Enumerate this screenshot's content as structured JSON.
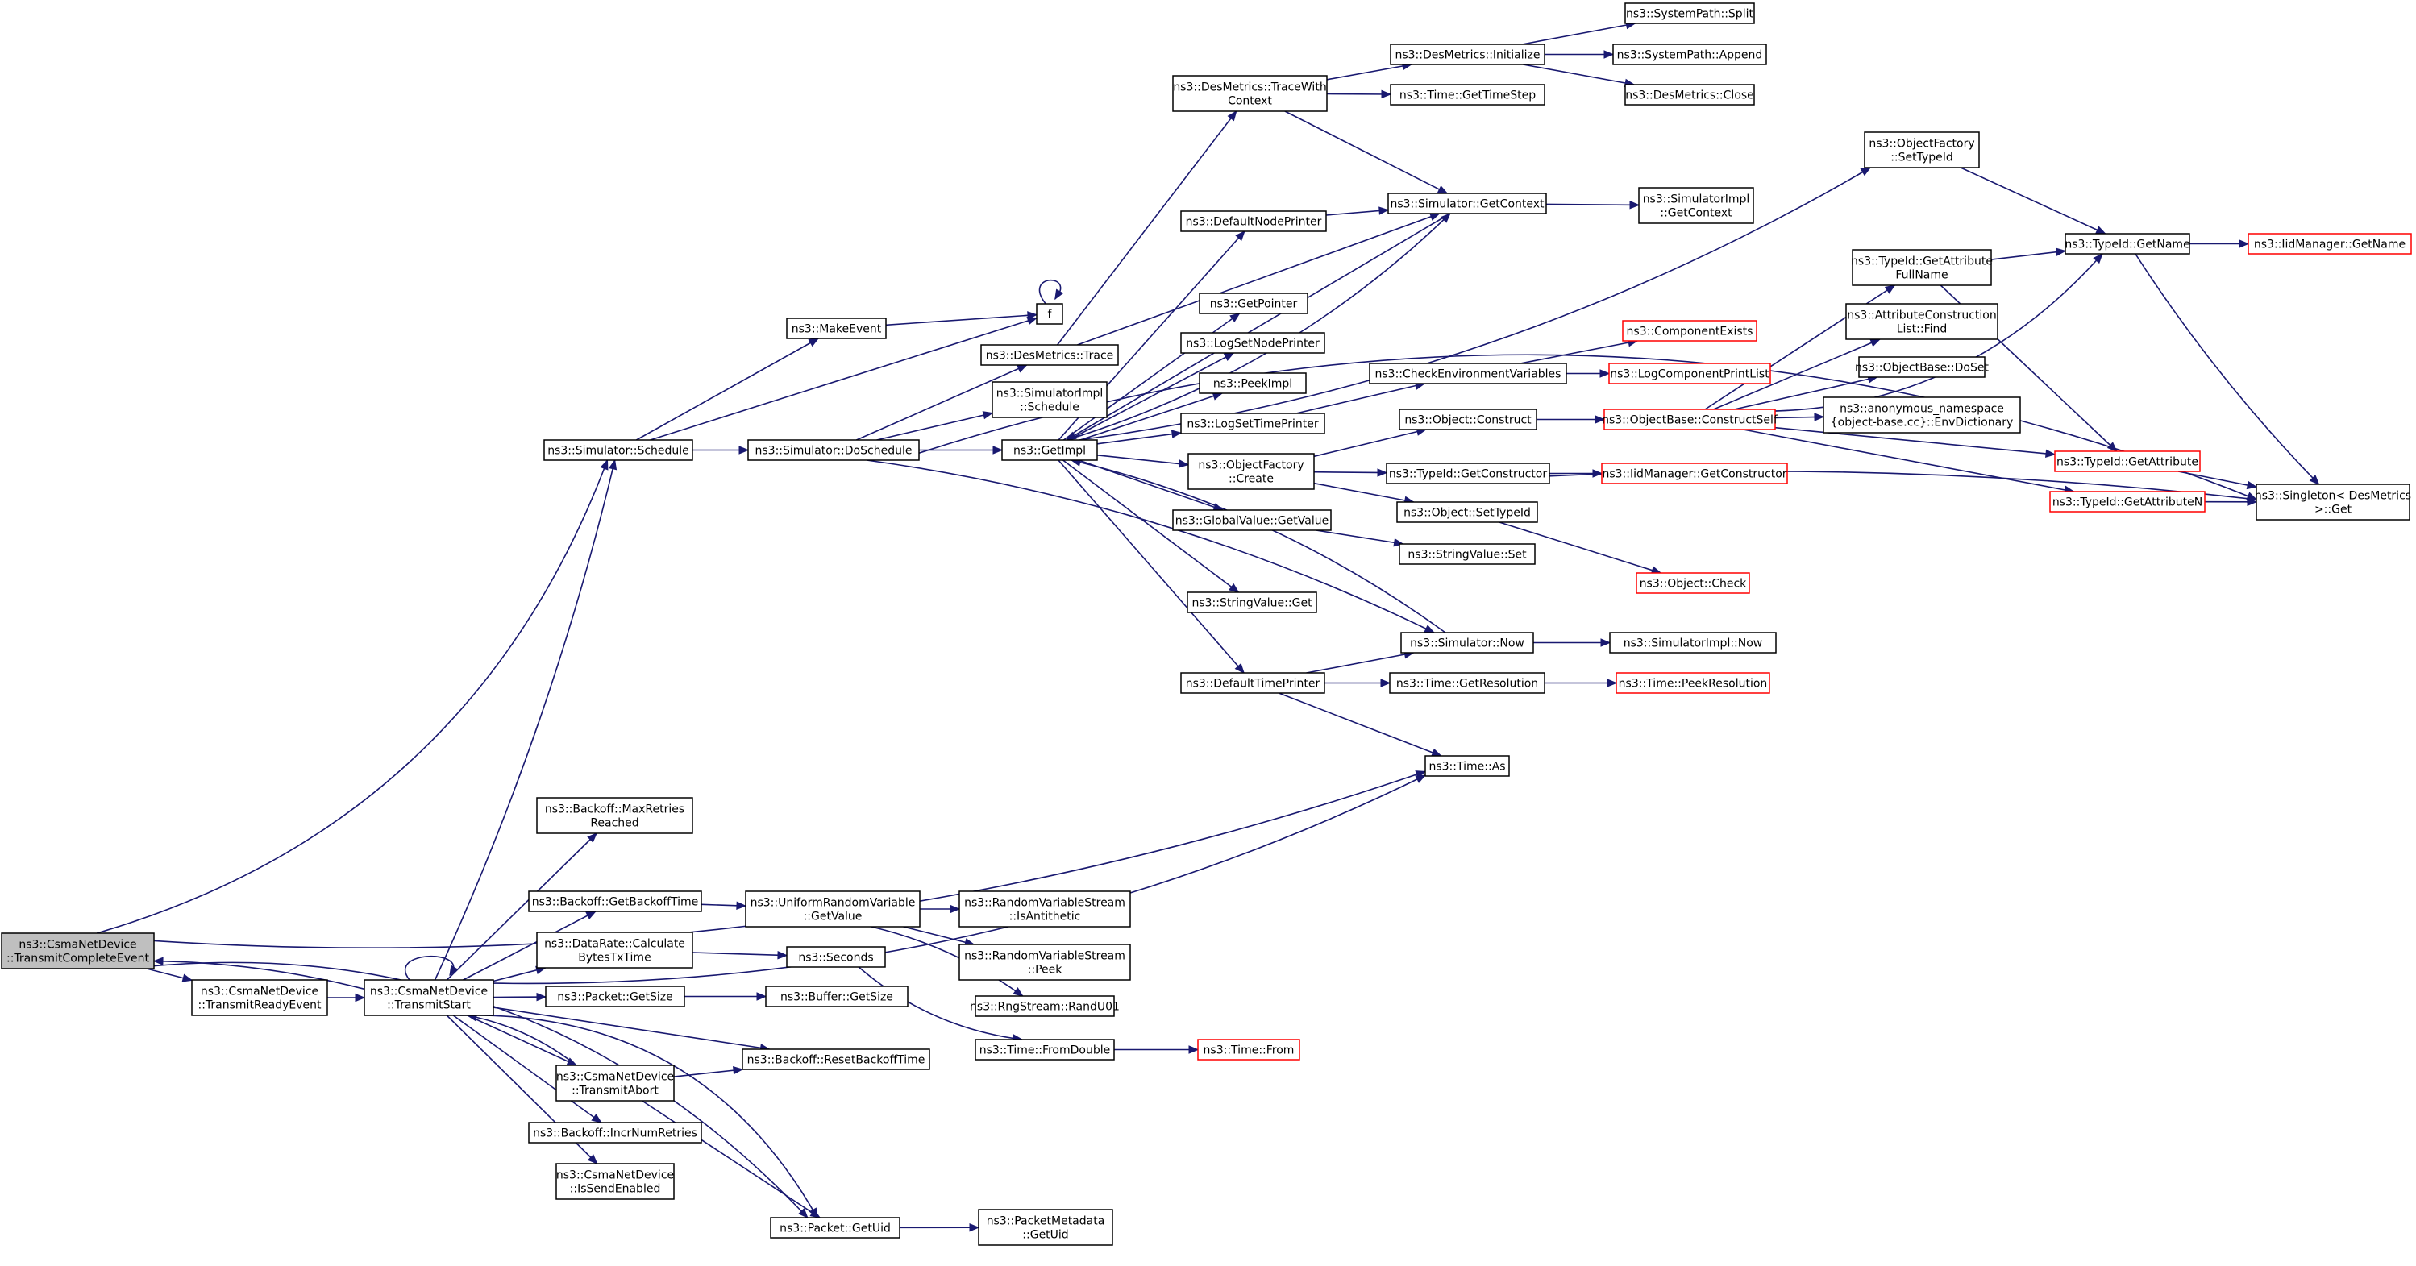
{
  "graph": {
    "title": "",
    "edge_color": "#191970",
    "red_border_color": "#ff0000",
    "root_fill": "#bfbfbf",
    "nodes": {
      "root": [
        "ns3::CsmaNetDevice",
        "::TransmitCompleteEvent"
      ],
      "tre": [
        "ns3::CsmaNetDevice",
        "::TransmitReadyEvent"
      ],
      "tstart": [
        "ns3::CsmaNetDevice",
        "::TransmitStart"
      ],
      "sched": [
        "ns3::Simulator::Schedule"
      ],
      "makeev": [
        "ns3::MakeEvent"
      ],
      "f": [
        "f"
      ],
      "dosch": [
        "ns3::Simulator::DoSchedule"
      ],
      "destrace": [
        "ns3::DesMetrics::Trace"
      ],
      "simimplsch": [
        "ns3::SimulatorImpl",
        "::Schedule"
      ],
      "getimpl": [
        "ns3::GetImpl"
      ],
      "twc": [
        "ns3::DesMetrics::TraceWith",
        "Context"
      ],
      "dminit": [
        "ns3::DesMetrics::Initialize"
      ],
      "spsplit": [
        "ns3::SystemPath::Split"
      ],
      "spappend": [
        "ns3::SystemPath::Append"
      ],
      "dmclose": [
        "ns3::DesMetrics::Close"
      ],
      "timestep": [
        "ns3::Time::GetTimeStep"
      ],
      "ofsettid": [
        "ns3::ObjectFactory",
        "::SetTypeId"
      ],
      "getctx": [
        "ns3::Simulator::GetContext"
      ],
      "simimplctx": [
        "ns3::SimulatorImpl",
        "::GetContext"
      ],
      "defnodepr": [
        "ns3::DefaultNodePrinter"
      ],
      "getptr": [
        "ns3::GetPointer"
      ],
      "lognode": [
        "ns3::LogSetNodePrinter"
      ],
      "peekimpl": [
        "ns3::PeekImpl"
      ],
      "logtime": [
        "ns3::LogSetTimePrinter"
      ],
      "ofcreate": [
        "ns3::ObjectFactory",
        "::Create"
      ],
      "gvget": [
        "ns3::GlobalValue::GetValue"
      ],
      "svget": [
        "ns3::StringValue::Get"
      ],
      "deftimepr": [
        "ns3::DefaultTimePrinter"
      ],
      "checkenv": [
        "ns3::CheckEnvironmentVariables"
      ],
      "compexists": [
        "ns3::ComponentExists"
      ],
      "logcpl": [
        "ns3::LogComponentPrintList"
      ],
      "objconstruct": [
        "ns3::Object::Construct"
      ],
      "obconself": [
        "ns3::ObjectBase::ConstructSelf"
      ],
      "tidgetctor": [
        "ns3::TypeId::GetConstructor"
      ],
      "iidgetctor": [
        "ns3::IidManager::GetConstructor"
      ],
      "objsettid": [
        "ns3::Object::SetTypeId"
      ],
      "svset": [
        "ns3::StringValue::Set"
      ],
      "objcheck": [
        "ns3::Object::Check"
      ],
      "simnow": [
        "ns3::Simulator::Now"
      ],
      "simimplnow": [
        "ns3::SimulatorImpl::Now"
      ],
      "timegetres": [
        "ns3::Time::GetResolution"
      ],
      "timepeekres": [
        "ns3::Time::PeekResolution"
      ],
      "timeas": [
        "ns3::Time::As"
      ],
      "tidattrfull": [
        "ns3::TypeId::GetAttribute",
        "FullName"
      ],
      "tidgetname": [
        "ns3::TypeId::GetName"
      ],
      "iidgetname": [
        "ns3::IidManager::GetName"
      ],
      "acfind": [
        "ns3::AttributeConstruction",
        "List::Find"
      ],
      "obdoset": [
        "ns3::ObjectBase::DoSet"
      ],
      "anonenv": [
        "ns3::anonymous_namespace",
        "{object-base.cc}::EnvDictionary"
      ],
      "tidgetattr": [
        "ns3::TypeId::GetAttribute"
      ],
      "tidgetattrn": [
        "ns3::TypeId::GetAttributeN"
      ],
      "singleton": [
        "ns3::Singleton< DesMetrics",
        " >::Get"
      ],
      "maxretries": [
        "ns3::Backoff::MaxRetries",
        "Reached"
      ],
      "getbackoff": [
        "ns3::Backoff::GetBackoffTime"
      ],
      "urvgetvalue": [
        "ns3::UniformRandomVariable",
        "::GetValue"
      ],
      "rvsanti": [
        "ns3::RandomVariableStream",
        "::IsAntithetic"
      ],
      "rvspeek": [
        "ns3::RandomVariableStream",
        "::Peek"
      ],
      "rngrand": [
        "ns3::RngStream::RandU01"
      ],
      "drcalc": [
        "ns3::DataRate::Calculate",
        "BytesTxTime"
      ],
      "seconds": [
        "ns3::Seconds"
      ],
      "pktgetsize": [
        "ns3::Packet::GetSize"
      ],
      "bufgetsize": [
        "ns3::Buffer::GetSize"
      ],
      "resetbackoff": [
        "ns3::Backoff::ResetBackoffTime"
      ],
      "tabort": [
        "ns3::CsmaNetDevice",
        "::TransmitAbort"
      ],
      "timefromdbl": [
        "ns3::Time::FromDouble"
      ],
      "timefrom": [
        "ns3::Time::From"
      ],
      "incrretries": [
        "ns3::Backoff::IncrNumRetries"
      ],
      "issendenabled": [
        "ns3::CsmaNetDevice",
        "::IsSendEnabled"
      ],
      "pktgetuid": [
        "ns3::Packet::GetUid"
      ],
      "pmgetuid": [
        "ns3::PacketMetadata",
        "::GetUid"
      ]
    },
    "red_nodes": [
      "iidgetname",
      "compexists",
      "logcpl",
      "obconself",
      "iidgetctor",
      "objcheck",
      "timepeekres",
      "tidgetattr",
      "tidgetattrn",
      "timefrom"
    ],
    "edges": [
      [
        "root",
        "tre"
      ],
      [
        "root",
        "sched"
      ],
      [
        "root",
        "timeas"
      ],
      [
        "root",
        "pktgetuid"
      ],
      [
        "tre",
        "tstart"
      ],
      [
        "tstart",
        "root"
      ],
      [
        "tstart",
        "tstart"
      ],
      [
        "tstart",
        "sched"
      ],
      [
        "tstart",
        "timeas"
      ],
      [
        "tstart",
        "maxretries"
      ],
      [
        "tstart",
        "getbackoff"
      ],
      [
        "tstart",
        "drcalc"
      ],
      [
        "tstart",
        "pktgetsize"
      ],
      [
        "tstart",
        "resetbackoff"
      ],
      [
        "tstart",
        "tabort"
      ],
      [
        "tstart",
        "incrretries"
      ],
      [
        "tstart",
        "issendenabled"
      ],
      [
        "tstart",
        "pktgetuid"
      ],
      [
        "tabort",
        "tstart"
      ],
      [
        "tabort",
        "resetbackoff"
      ],
      [
        "tabort",
        "pktgetuid"
      ],
      [
        "sched",
        "makeev"
      ],
      [
        "sched",
        "f"
      ],
      [
        "sched",
        "dosch"
      ],
      [
        "makeev",
        "f"
      ],
      [
        "f",
        "f"
      ],
      [
        "dosch",
        "destrace"
      ],
      [
        "dosch",
        "simimplsch"
      ],
      [
        "dosch",
        "getimpl"
      ],
      [
        "dosch",
        "simnow"
      ],
      [
        "dosch",
        "singleton"
      ],
      [
        "destrace",
        "twc"
      ],
      [
        "destrace",
        "getctx"
      ],
      [
        "twc",
        "dminit"
      ],
      [
        "twc",
        "timestep"
      ],
      [
        "twc",
        "getctx"
      ],
      [
        "dminit",
        "spsplit"
      ],
      [
        "dminit",
        "spappend"
      ],
      [
        "dminit",
        "dmclose"
      ],
      [
        "getctx",
        "simimplctx"
      ],
      [
        "getctx",
        "getimpl"
      ],
      [
        "getimpl",
        "ofsettid"
      ],
      [
        "getimpl",
        "getctx"
      ],
      [
        "getimpl",
        "defnodepr"
      ],
      [
        "getimpl",
        "getptr"
      ],
      [
        "getimpl",
        "lognode"
      ],
      [
        "getimpl",
        "peekimpl"
      ],
      [
        "getimpl",
        "logtime"
      ],
      [
        "getimpl",
        "ofcreate"
      ],
      [
        "getimpl",
        "gvget"
      ],
      [
        "getimpl",
        "svget"
      ],
      [
        "getimpl",
        "deftimepr"
      ],
      [
        "defnodepr",
        "getctx"
      ],
      [
        "simnow",
        "getimpl"
      ],
      [
        "deftimepr",
        "simnow"
      ],
      [
        "deftimepr",
        "timegetres"
      ],
      [
        "deftimepr",
        "timeas"
      ],
      [
        "logtime",
        "checkenv"
      ],
      [
        "checkenv",
        "compexists"
      ],
      [
        "checkenv",
        "logcpl"
      ],
      [
        "ofcreate",
        "objconstruct"
      ],
      [
        "ofcreate",
        "tidgetctor"
      ],
      [
        "ofcreate",
        "objsettid"
      ],
      [
        "objconstruct",
        "obconself"
      ],
      [
        "tidgetctor",
        "iidgetctor"
      ],
      [
        "tidgetctor",
        "singleton"
      ],
      [
        "objsettid",
        "objcheck"
      ],
      [
        "gvget",
        "svset"
      ],
      [
        "simnow",
        "simimplnow"
      ],
      [
        "timegetres",
        "timepeekres"
      ],
      [
        "ofsettid",
        "tidgetname"
      ],
      [
        "obconself",
        "tidgetname"
      ],
      [
        "obconself",
        "tidattrfull"
      ],
      [
        "obconself",
        "acfind"
      ],
      [
        "obconself",
        "obdoset"
      ],
      [
        "obconself",
        "anonenv"
      ],
      [
        "obconself",
        "tidgetattr"
      ],
      [
        "obconself",
        "tidgetattrn"
      ],
      [
        "tidattrfull",
        "tidgetname"
      ],
      [
        "tidattrfull",
        "tidgetattr"
      ],
      [
        "tidgetname",
        "iidgetname"
      ],
      [
        "tidgetname",
        "singleton"
      ],
      [
        "tidgetattr",
        "singleton"
      ],
      [
        "tidgetattrn",
        "singleton"
      ],
      [
        "getbackoff",
        "urvgetvalue"
      ],
      [
        "urvgetvalue",
        "rvsanti"
      ],
      [
        "urvgetvalue",
        "rvspeek"
      ],
      [
        "urvgetvalue",
        "rngrand"
      ],
      [
        "drcalc",
        "seconds"
      ],
      [
        "seconds",
        "timefromdbl"
      ],
      [
        "timefromdbl",
        "timefrom"
      ],
      [
        "pktgetsize",
        "bufgetsize"
      ],
      [
        "pktgetuid",
        "pmgetuid"
      ]
    ]
  }
}
